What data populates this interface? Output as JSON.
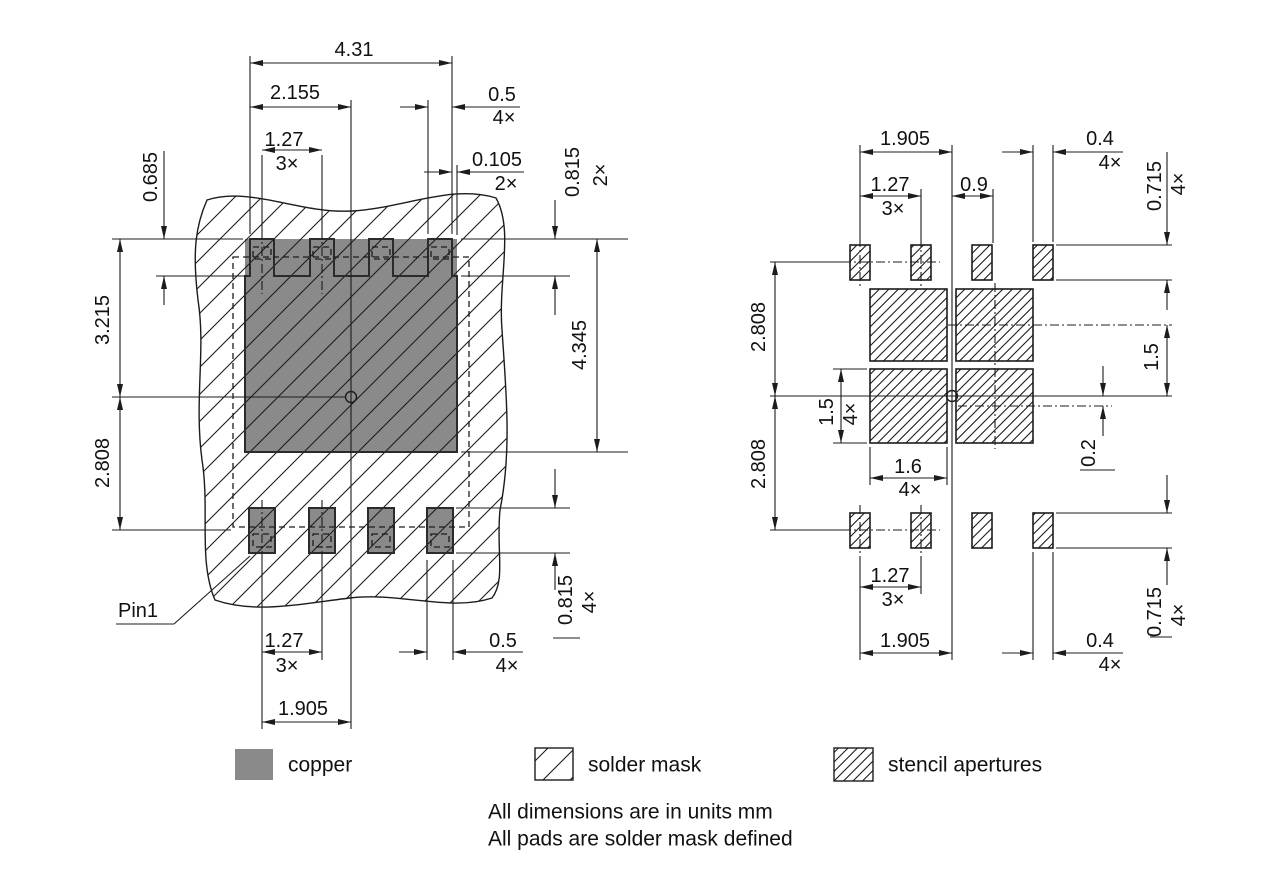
{
  "drawing": {
    "type": "pcb-land-pattern",
    "views": [
      "copper and solder mask view",
      "stencil apertures view"
    ]
  },
  "dims": {
    "d431": "4.31",
    "d2155": "2.155",
    "d05": "0.5",
    "d127": "1.27",
    "d0105": "0.105",
    "d0685": "0.685",
    "d3215": "3.215",
    "d2808": "2.808",
    "d0815": "0.815",
    "d4345": "4.345",
    "d1905": "1.905",
    "d04": "0.4",
    "d09": "0.9",
    "d0715": "0.715",
    "d15": "1.5",
    "d02": "0.2",
    "d16": "1.6",
    "x2": "2×",
    "x3": "3×",
    "x4": "4×"
  },
  "labels": {
    "pin1": "Pin1"
  },
  "legend": {
    "copper_label": "copper",
    "solder_mask_label": "solder mask",
    "stencil_label": "stencil apertures"
  },
  "notes": {
    "line1": "All dimensions are in units mm",
    "line2": "All pads are solder mask defined"
  },
  "colors": {
    "copper": "#8a8a8a",
    "line": "#1c1c1c",
    "background": "#ffffff"
  }
}
